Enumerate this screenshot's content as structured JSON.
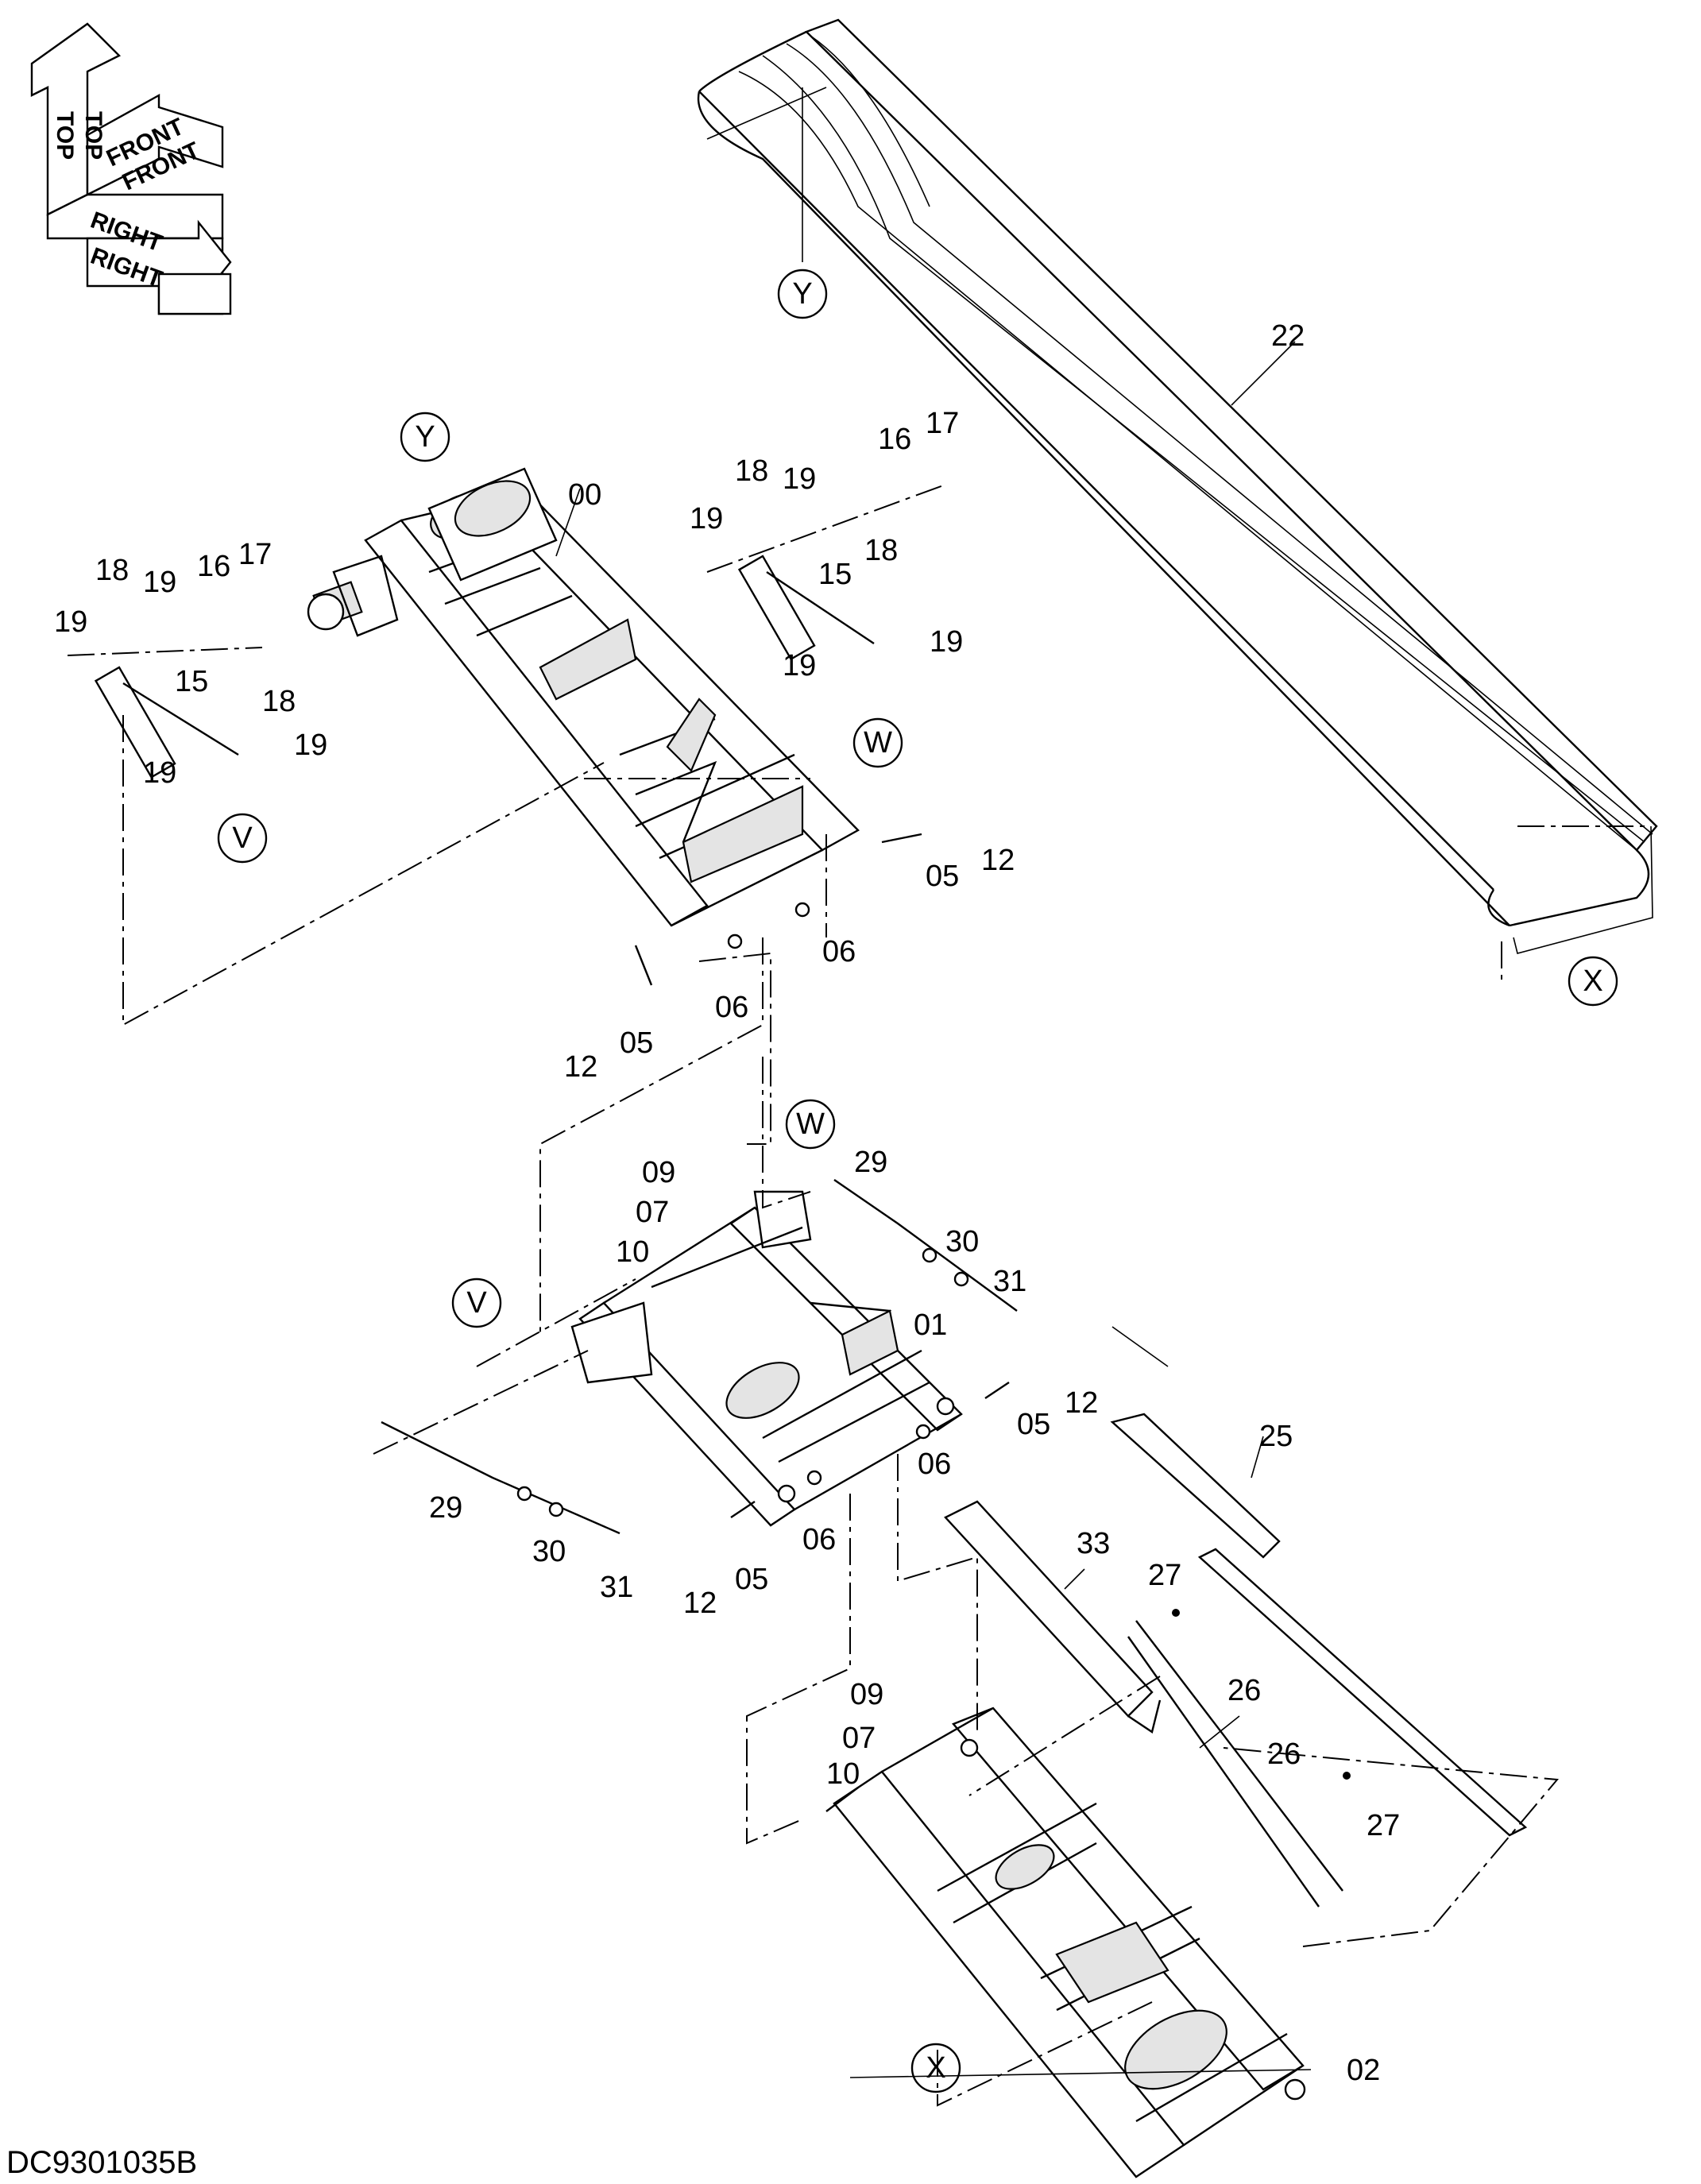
{
  "drawing_code": "DC9301035B",
  "orientation": {
    "top": "TOP",
    "front": "FRONT",
    "right": "RIGHT"
  },
  "views": {
    "v": "V",
    "w": "W",
    "x": "X",
    "y": "Y"
  },
  "parts": {
    "p00": "00",
    "p01": "01",
    "p02": "02",
    "p05": "05",
    "p06": "06",
    "p07": "07",
    "p09": "09",
    "p10": "10",
    "p12": "12",
    "p15": "15",
    "p16": "16",
    "p17": "17",
    "p18": "18",
    "p19": "19",
    "p22": "22",
    "p25": "25",
    "p26": "26",
    "p27": "27",
    "p29": "29",
    "p30": "30",
    "p31": "31",
    "p33": "33"
  }
}
